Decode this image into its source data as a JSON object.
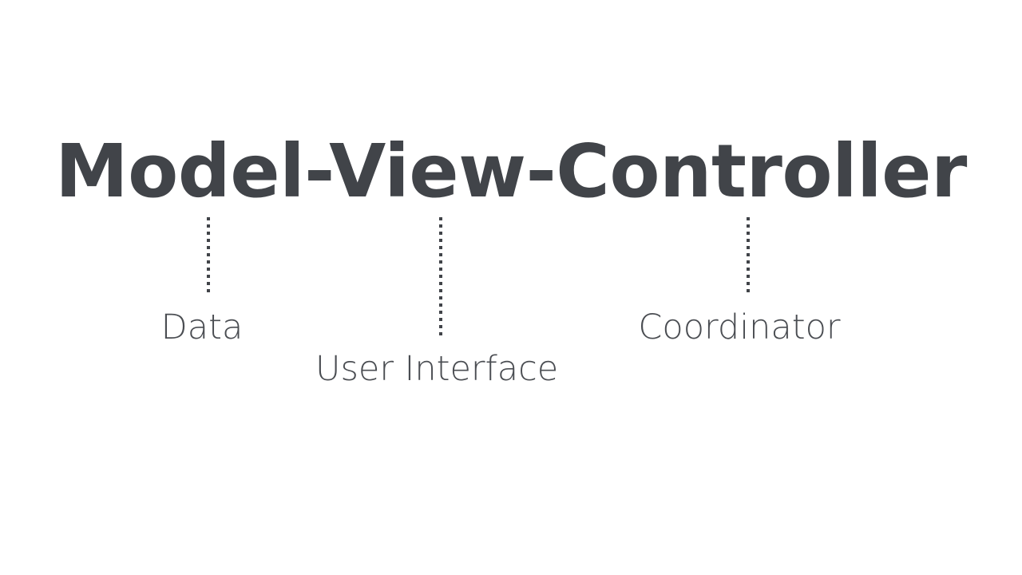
{
  "diagram": {
    "title": "Model-View-Controller",
    "background_color": "#ffffff",
    "title_color": "#414449",
    "label_color": "#4a4d52",
    "connector_color": "#414449",
    "nodes": [
      {
        "key": "model",
        "title_word": "Model",
        "label": "Data",
        "connector_style": "dotted-vertical"
      },
      {
        "key": "view",
        "title_word": "View",
        "label": "User Interface",
        "connector_style": "dotted-vertical"
      },
      {
        "key": "controller",
        "title_word": "Controller",
        "label": "Coordinator",
        "connector_style": "dotted-vertical"
      }
    ]
  }
}
